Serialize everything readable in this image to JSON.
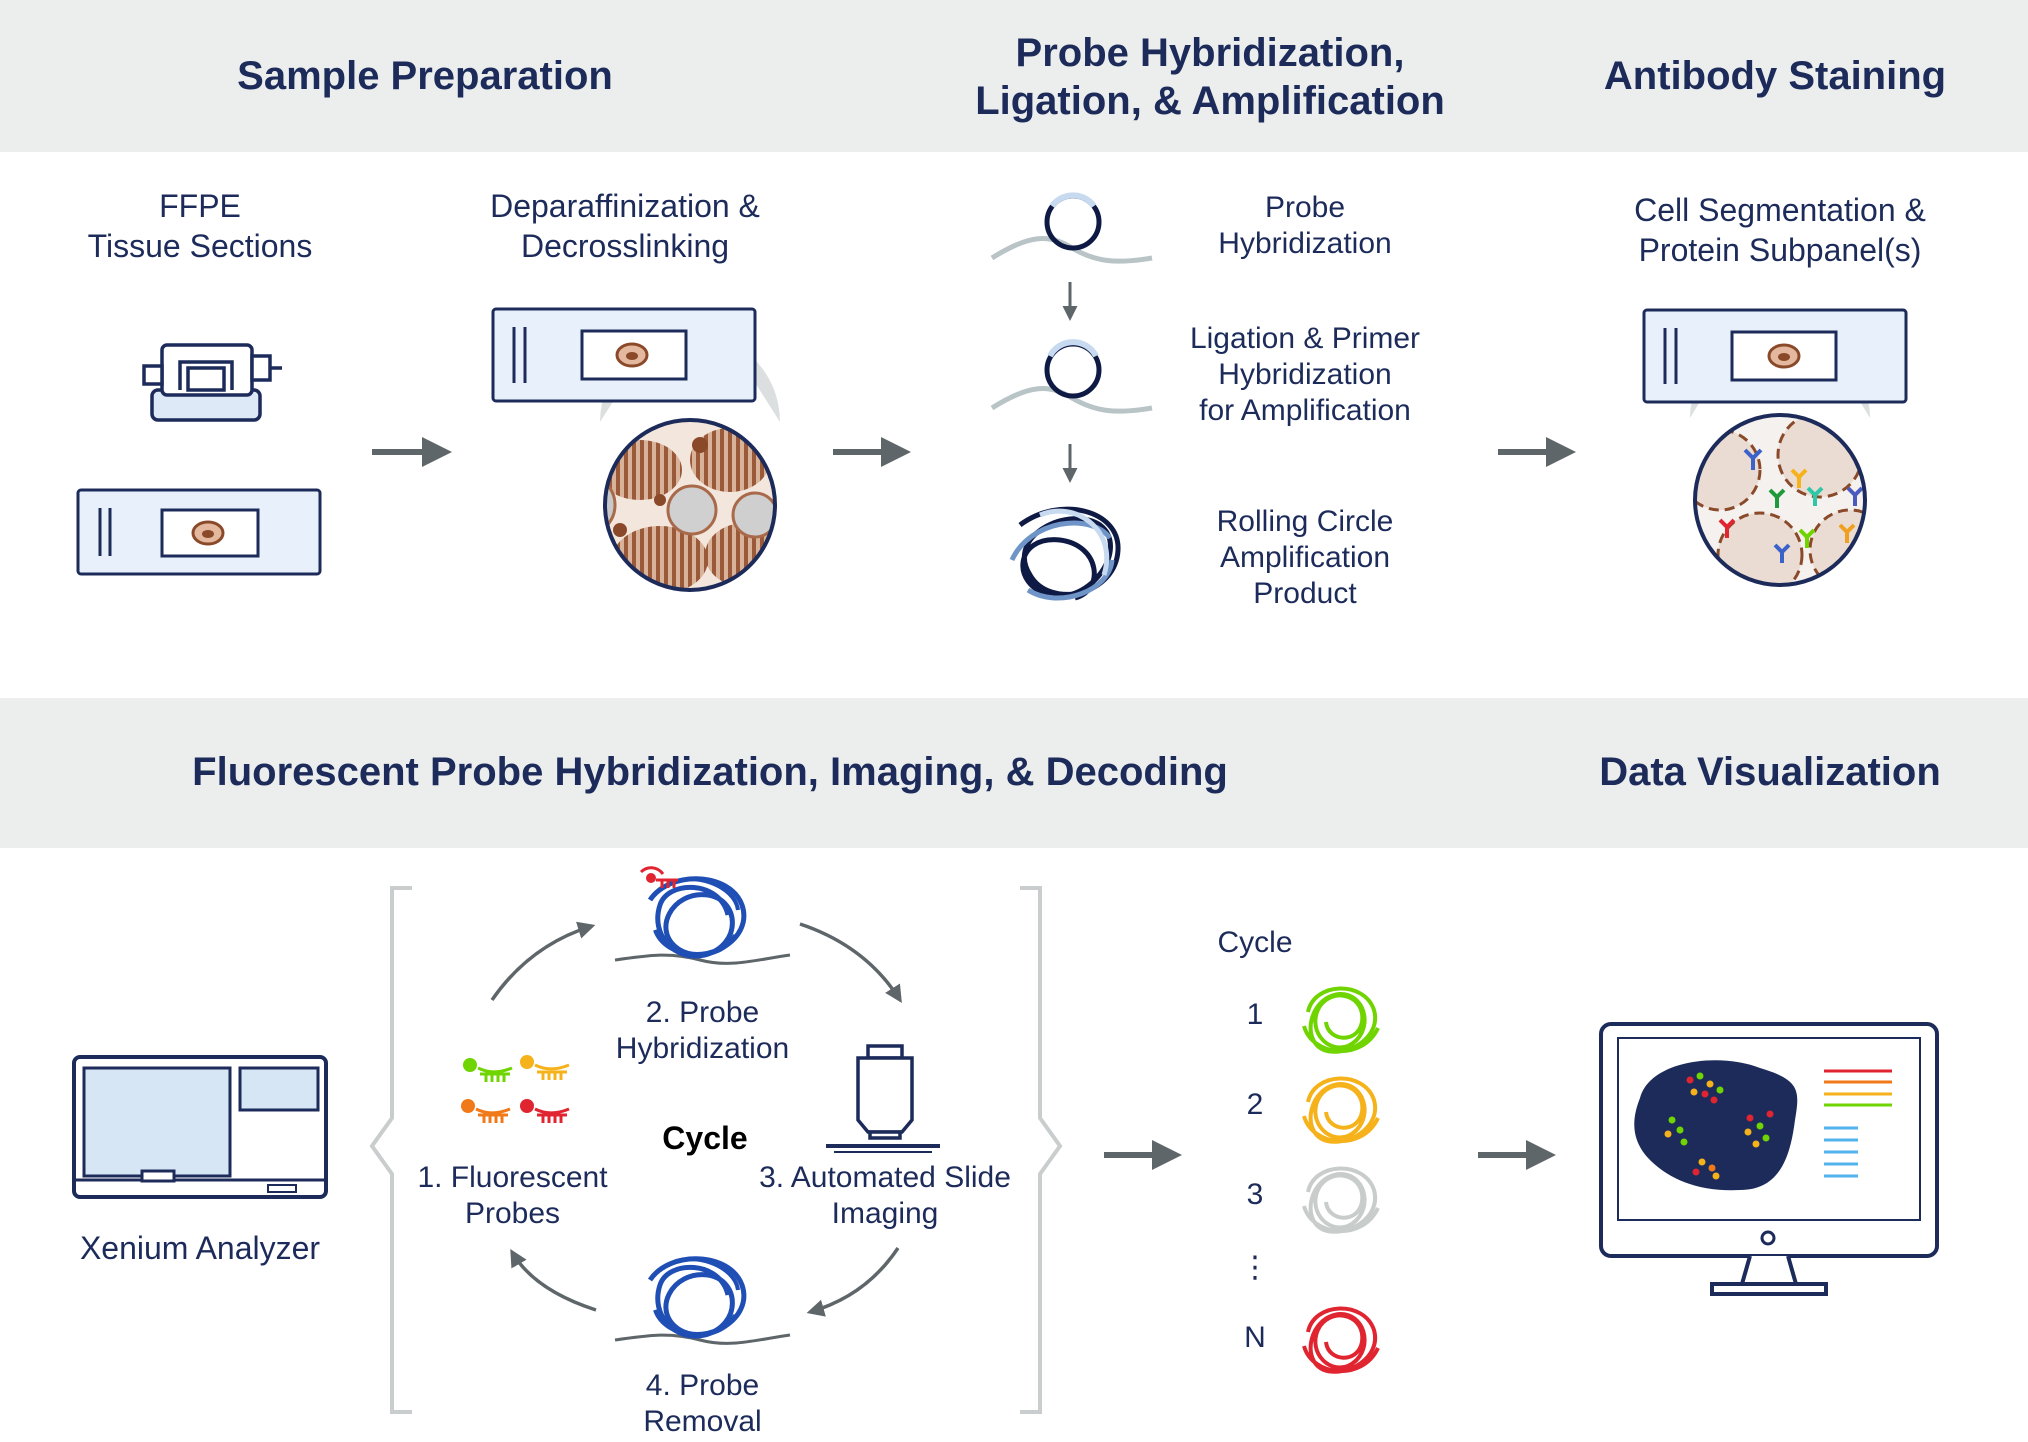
{
  "headers": {
    "sample_prep": "Sample Preparation",
    "probe_hyb": "Probe Hybridization,\nLigation, & Amplification",
    "antibody": "Antibody Staining",
    "fluorescent": "Fluorescent Probe Hybridization, Imaging, & Decoding",
    "data_vis": "Data Visualization"
  },
  "labels": {
    "ffpe": "FFPE\nTissue Sections",
    "deparaffin": "Deparaffinization &\nDecrosslinking",
    "probe_hybridization": "Probe\nHybridization",
    "ligation": "Ligation & Primer\nHybridization\nfor Amplification",
    "rolling_circle": "Rolling Circle\nAmplification\nProduct",
    "cell_seg": "Cell Segmentation &\nProtein Subpanel(s)",
    "xenium": "Xenium Analyzer",
    "cycle_center": "Cycle",
    "step1": "1. Fluorescent\nProbes",
    "step2": "2. Probe\nHybridization",
    "step3": "3. Automated Slide\nImaging",
    "step4": "4. Probe\nRemoval",
    "cycle_header": "Cycle"
  },
  "cycles": [
    {
      "label": "1",
      "color": "#6fd400"
    },
    {
      "label": "2",
      "color": "#f5b21a"
    },
    {
      "label": "3",
      "color": "#c8cccb"
    },
    {
      "label": "⋮",
      "color": ""
    },
    {
      "label": "N",
      "color": "#e02430"
    }
  ],
  "colors": {
    "navy": "#1c2b5a",
    "band": "#eceeee",
    "arrow": "#5e666a",
    "tissue": "#a86a4a",
    "blue_coil": "#1f4fb5",
    "light_blue": "#c7daf0"
  }
}
